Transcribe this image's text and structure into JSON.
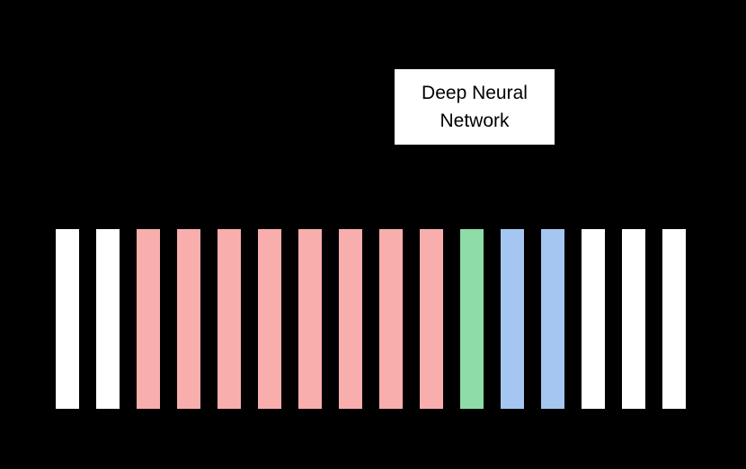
{
  "diagram": {
    "background_color": "#000000",
    "box": {
      "fill": "#ffffff",
      "border": "#000000",
      "text_color": "#000000",
      "lines": [
        "Deep Neural",
        "Network"
      ]
    },
    "legend_colors": {
      "white": "#ffffff",
      "pink": "#f9aeae",
      "green": "#8edca8",
      "blue": "#a6c6f2"
    },
    "bars": {
      "count": 16,
      "items": [
        {
          "label": "white-1",
          "color": "#ffffff"
        },
        {
          "label": "white-2",
          "color": "#ffffff"
        },
        {
          "label": "pink-1",
          "color": "#f9aeae"
        },
        {
          "label": "pink-2",
          "color": "#f9aeae"
        },
        {
          "label": "pink-3",
          "color": "#f9aeae"
        },
        {
          "label": "pink-4",
          "color": "#f9aeae"
        },
        {
          "label": "pink-5",
          "color": "#f9aeae"
        },
        {
          "label": "pink-6",
          "color": "#f9aeae"
        },
        {
          "label": "pink-7",
          "color": "#f9aeae"
        },
        {
          "label": "pink-8",
          "color": "#f9aeae"
        },
        {
          "label": "green-1",
          "color": "#8edca8"
        },
        {
          "label": "blue-1",
          "color": "#a6c6f2"
        },
        {
          "label": "blue-2",
          "color": "#a6c6f2"
        },
        {
          "label": "white-3",
          "color": "#ffffff"
        },
        {
          "label": "white-4",
          "color": "#ffffff"
        },
        {
          "label": "white-5",
          "color": "#ffffff"
        }
      ]
    }
  }
}
